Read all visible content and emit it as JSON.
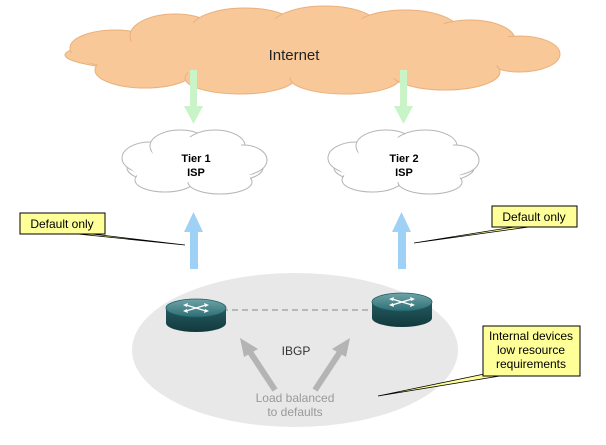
{
  "diagram": {
    "internet_label": "Internet",
    "tier1": {
      "line1": "Tier 1",
      "line2": "ISP"
    },
    "tier2": {
      "line1": "Tier 2",
      "line2": "ISP"
    },
    "callout_left": "Default only",
    "callout_right": "Default only",
    "callout_internal": [
      "Internal devices",
      "low resource",
      "requirements"
    ],
    "ibgp_label": "IBGP",
    "load_balanced": [
      "Load balanced",
      "to defaults"
    ]
  },
  "colors": {
    "internet_cloud": "#f8c898",
    "down_arrow": "#c8f4c8",
    "up_arrow": "#9fd0f6",
    "callout_fill": "#ffff99",
    "enterprise_ellipse": "#e8e8e8",
    "router_body": "#1f5f66"
  }
}
